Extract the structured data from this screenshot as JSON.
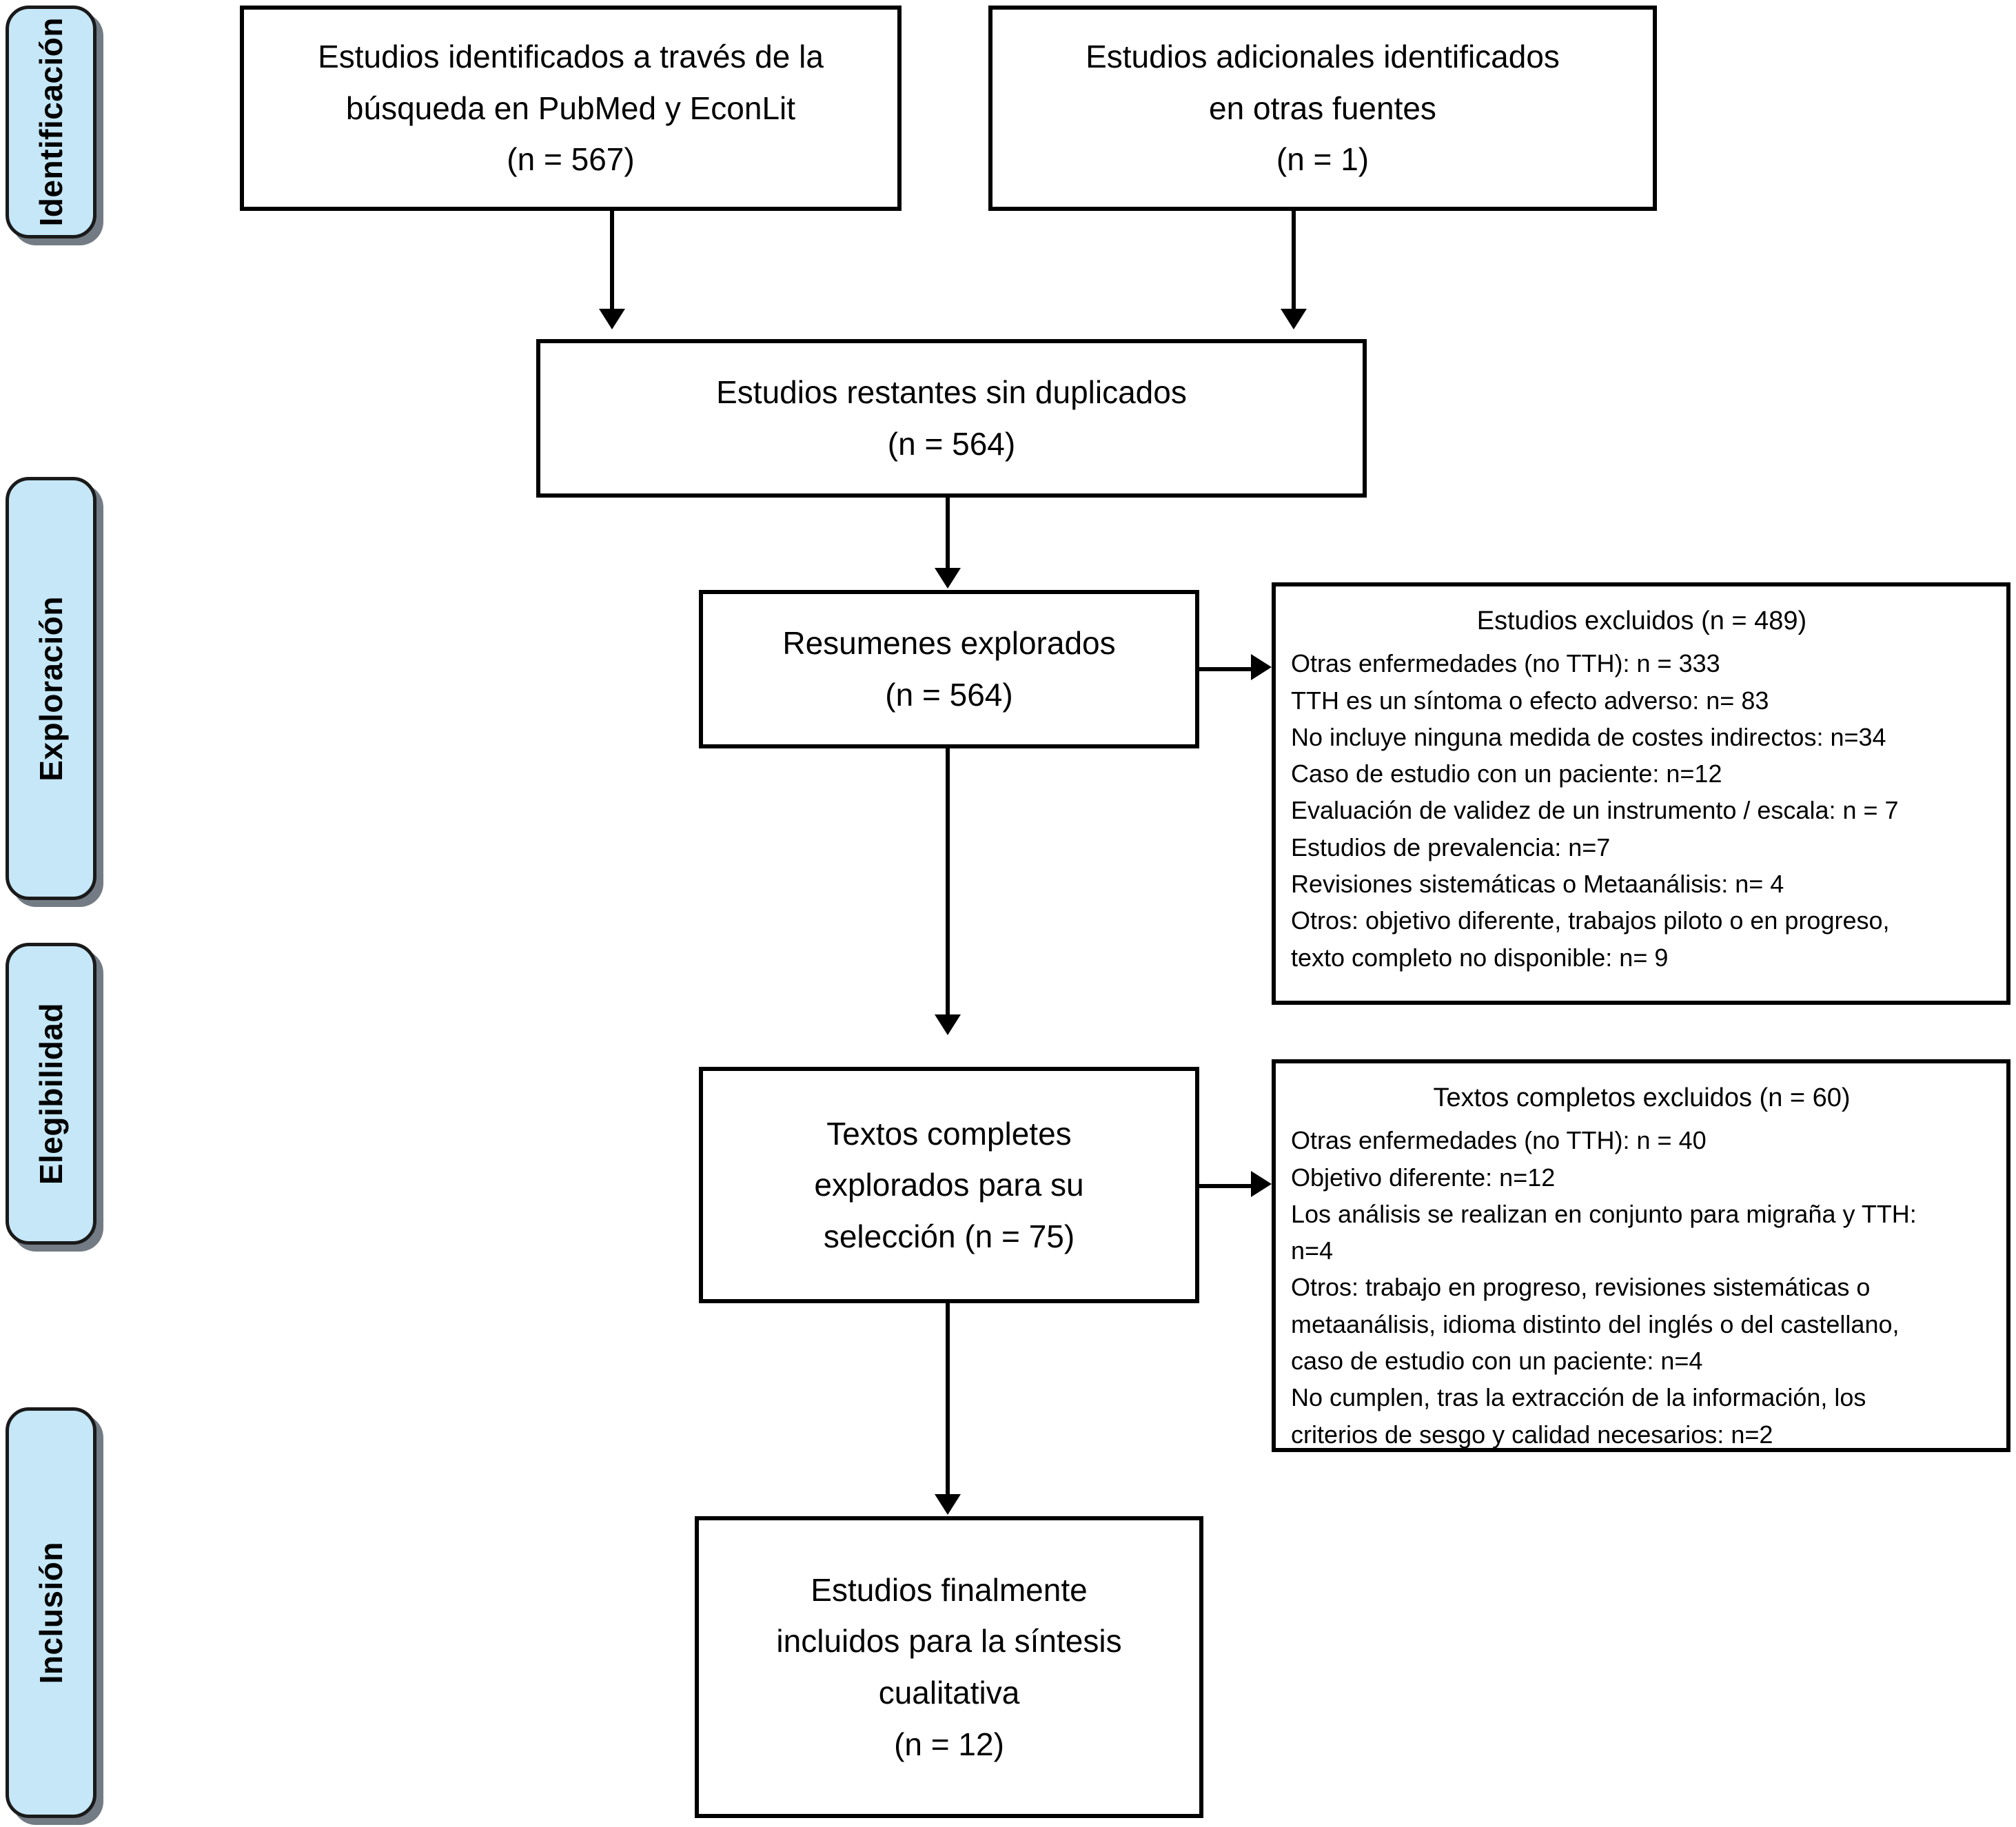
{
  "diagram": {
    "title": "Diagrama de flujo PRISMA",
    "accent_color": "#c5e7f7",
    "line_color": "#000000",
    "box_border_color": "#000000"
  },
  "stages": [
    {
      "id": "identificacion",
      "label": "Identificación"
    },
    {
      "id": "exploracion",
      "label": "Exploración"
    },
    {
      "id": "elegibilidad",
      "label": "Elegibilidad"
    },
    {
      "id": "inclusion",
      "label": "Inclusión"
    }
  ],
  "boxes": {
    "records_db": {
      "text": "Estudios identificados a través de la\nbúsqueda en PubMed y EconLit\n(n = 567)",
      "n": 567
    },
    "records_other": {
      "text": "Estudios adicionales identificados\nen otras fuentes\n(n = 1)",
      "n": 1
    },
    "deduplicated": {
      "text": "Estudios restantes sin duplicados\n(n = 564)",
      "n": 564
    },
    "abstracts_screened": {
      "text": "Resumenes explorados\n(n = 564)",
      "n": 564
    },
    "fulltext_assessed": {
      "text": "Textos completes\nexplorados para su\nselección (n = 75)",
      "n": 75
    },
    "included": {
      "text": "Estudios finalmente\nincluidos para la síntesis\ncualitativa\n(n = 12)",
      "n": 12
    }
  },
  "exclusions": {
    "abstracts": {
      "title": "Estudios excluidos (n = 489)",
      "n": 489,
      "reasons": "Otras enfermedades (no TTH): n = 333\nTTH es un síntoma o efecto adverso: n= 83\nNo incluye ninguna medida de costes indirectos: n=34\nCaso de estudio con un paciente: n=12\nEvaluación de validez de un instrumento / escala: n = 7\nEstudios de prevalencia: n=7\nRevisiones sistemáticas o Metaanálisis: n= 4\nOtros: objetivo diferente, trabajos piloto o en progreso,\ntexto completo no disponible: n= 9"
    },
    "fulltexts": {
      "title": "Textos completos excluidos (n = 60)",
      "n": 60,
      "reasons": "Otras enfermedades (no TTH): n = 40\nObjetivo diferente: n=12\nLos análisis se realizan en conjunto para migraña y TTH:\nn=4\nOtros: trabajo en progreso, revisiones sistemáticas o\nmetaanálisis, idioma distinto del inglés o del castellano,\ncaso de estudio con un paciente: n=4\nNo cumplen, tras la extracción de la información, los\ncriterios de sesgo y calidad necesarios: n=2"
    }
  }
}
